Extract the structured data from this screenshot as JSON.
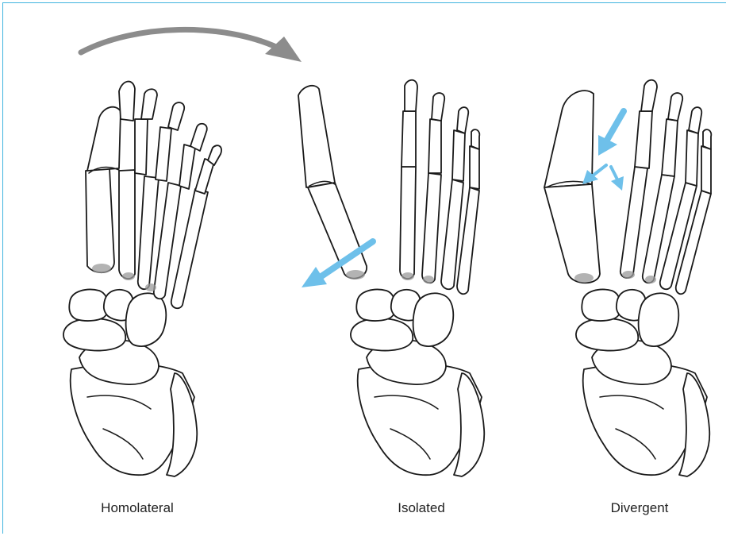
{
  "labels": {
    "homolateral": "Homolateral",
    "isolated": "Isolated",
    "divergent": "Divergent"
  },
  "colors": {
    "frame": "#3fb4df",
    "arrow_blue": "#6ec0ea",
    "arrow_gray": "#8c8c8c",
    "outline": "#1a1a1a"
  }
}
